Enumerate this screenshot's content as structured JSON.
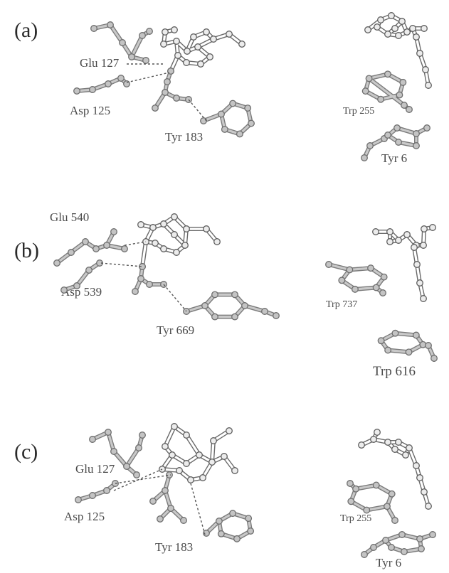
{
  "panels": [
    {
      "label": "(a)",
      "residues": {
        "glu": "Glu 127",
        "asp": "Asp 125",
        "tyr_active": "Tyr 183",
        "trp": "Trp 255",
        "stack": "Tyr 6"
      }
    },
    {
      "label": "(b)",
      "residues": {
        "glu": "Glu 540",
        "asp": "Asp 539",
        "tyr_active": "Tyr 669",
        "trp": "Trp 737",
        "stack": "Trp 616"
      }
    },
    {
      "label": "(c)",
      "residues": {
        "glu": "Glu 127",
        "asp": "Asp 125",
        "tyr_active": "Tyr 183",
        "trp": "Trp 255",
        "stack": "Tyr 6"
      }
    }
  ],
  "colors": {
    "protein_atom": "#c4c4c4",
    "ligand_atom": "#ececec",
    "hydrogen_bond": "#555555"
  }
}
